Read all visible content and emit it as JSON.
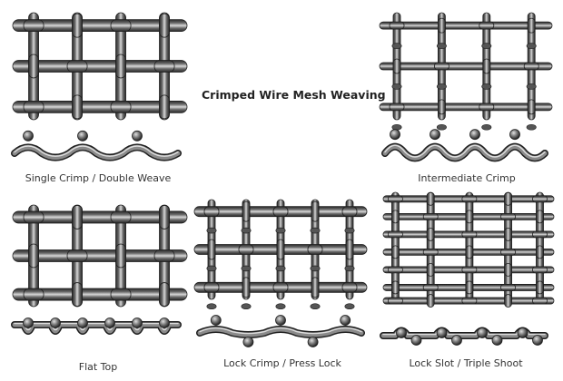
{
  "title": "Crimped Wire Mesh Weaving",
  "weaves": [
    {
      "id": "single-crimp",
      "label": "Single Crimp / Double Weave"
    },
    {
      "id": "intermediate-crimp",
      "label": "Intermediate Crimp"
    },
    {
      "id": "flat-top",
      "label": "Flat Top"
    },
    {
      "id": "lock-crimp",
      "label": "Lock Crimp / Press Lock"
    },
    {
      "id": "lock-slot",
      "label": "Lock Slot / Triple Shoot"
    }
  ]
}
